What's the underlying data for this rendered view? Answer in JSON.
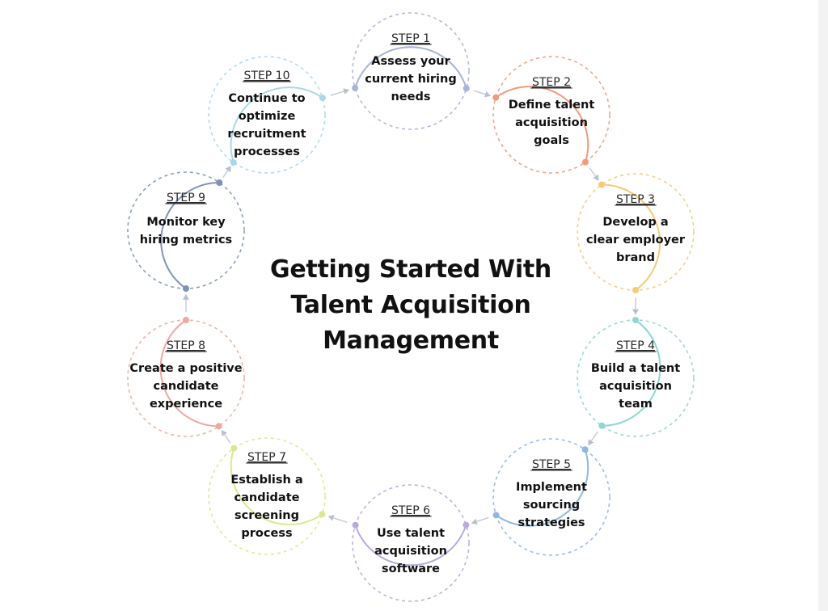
{
  "title": "Getting Started With Talent Acquisition Management",
  "steps": [
    {
      "label": "STEP 1",
      "lines": [
        "Assess your",
        "current hiring",
        "needs"
      ],
      "color": "#a9b4d6"
    },
    {
      "label": "STEP 2",
      "lines": [
        "Define talent",
        "acquisition",
        "goals"
      ],
      "color": "#f09a7e"
    },
    {
      "label": "STEP 3",
      "lines": [
        "Develop a",
        "clear employer",
        "brand"
      ],
      "color": "#f7c97a"
    },
    {
      "label": "STEP 4",
      "lines": [
        "Build a talent",
        "acquisition",
        "team"
      ],
      "color": "#8fd6d2"
    },
    {
      "label": "STEP 5",
      "lines": [
        "Implement",
        "sourcing",
        "strategies"
      ],
      "color": "#8fb8e0"
    },
    {
      "label": "STEP 6",
      "lines": [
        "Use talent",
        "acquisition",
        "software"
      ],
      "color": "#b9a9dc"
    },
    {
      "label": "STEP 7",
      "lines": [
        "Establish a",
        "candidate",
        "screening",
        "process"
      ],
      "color": "#dce88f"
    },
    {
      "label": "STEP 8",
      "lines": [
        "Create a positive",
        "candidate",
        "experience"
      ],
      "color": "#f0a8a0"
    },
    {
      "label": "STEP 9",
      "lines": [
        "Monitor key",
        "hiring metrics"
      ],
      "color": "#7f93b8"
    },
    {
      "label": "STEP 10",
      "lines": [
        "Continue to",
        "optimize",
        "recruitment",
        "processes"
      ],
      "color": "#a8d8ea"
    }
  ]
}
